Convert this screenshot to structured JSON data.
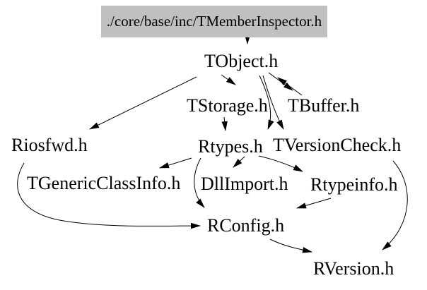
{
  "diagram": {
    "type": "include-dependency-graph",
    "root": {
      "label": "./core/base/inc/TMemberInspector.h",
      "bg_color": "#c0c0c0"
    },
    "nodes": [
      {
        "id": "tobject",
        "label": "TObject.h"
      },
      {
        "id": "tstorage",
        "label": "TStorage.h"
      },
      {
        "id": "tbuffer",
        "label": "TBuffer.h"
      },
      {
        "id": "riosfwd",
        "label": "Riosfwd.h"
      },
      {
        "id": "rtypes",
        "label": "Rtypes.h"
      },
      {
        "id": "tversioncheck",
        "label": "TVersionCheck.h"
      },
      {
        "id": "tgenericclassinfo",
        "label": "TGenericClassInfo.h"
      },
      {
        "id": "dllimport",
        "label": "DllImport.h"
      },
      {
        "id": "rtypeinfo",
        "label": "Rtypeinfo.h"
      },
      {
        "id": "rconfig",
        "label": "RConfig.h"
      },
      {
        "id": "rversion",
        "label": "RVersion.h"
      }
    ],
    "edges": [
      {
        "from": "./core/base/inc/TMemberInspector.h",
        "to": "TObject.h"
      },
      {
        "from": "TObject.h",
        "to": "TStorage.h"
      },
      {
        "from": "TObject.h",
        "to": "Riosfwd.h"
      },
      {
        "from": "TObject.h",
        "to": "TBuffer.h"
      },
      {
        "from": "TBuffer.h",
        "to": "TObject.h"
      },
      {
        "from": "TObject.h",
        "to": "Rtypes.h"
      },
      {
        "from": "TObject.h",
        "to": "TVersionCheck.h"
      },
      {
        "from": "TStorage.h",
        "to": "Rtypes.h"
      },
      {
        "from": "Rtypes.h",
        "to": "TGenericClassInfo.h"
      },
      {
        "from": "Rtypes.h",
        "to": "DllImport.h"
      },
      {
        "from": "Rtypes.h",
        "to": "Rtypeinfo.h"
      },
      {
        "from": "Rtypes.h",
        "to": "RConfig.h"
      },
      {
        "from": "Riosfwd.h",
        "to": "RConfig.h"
      },
      {
        "from": "Rtypeinfo.h",
        "to": "RConfig.h"
      },
      {
        "from": "RConfig.h",
        "to": "RVersion.h"
      },
      {
        "from": "TVersionCheck.h",
        "to": "RVersion.h"
      }
    ]
  },
  "colors": {
    "background": "#ffffff",
    "edge": "#000000",
    "text": "#000000",
    "root_node_bg": "#c0c0c0"
  }
}
